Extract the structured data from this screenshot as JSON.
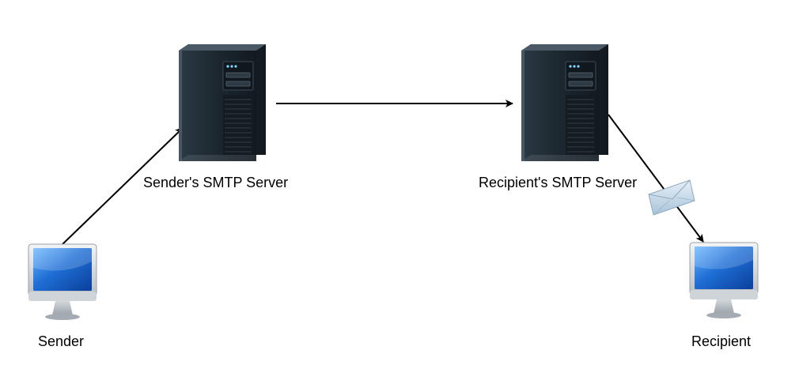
{
  "nodes": {
    "sender": {
      "label": "Sender",
      "icon": "desktop-computer-icon"
    },
    "sender_server": {
      "label": "Sender's SMTP Server",
      "icon": "server-tower-icon"
    },
    "recipient_server": {
      "label": "Recipient's SMTP Server",
      "icon": "server-tower-icon"
    },
    "recipient": {
      "label": "Recipient",
      "icon": "desktop-computer-icon"
    }
  },
  "edges": [
    {
      "from": "sender",
      "to": "sender_server"
    },
    {
      "from": "sender_server",
      "to": "recipient_server"
    },
    {
      "from": "recipient_server",
      "to": "recipient",
      "icon": "envelope-icon"
    }
  ],
  "colors": {
    "edge": "#000000",
    "screen": "#1f6fd6",
    "server_body": "#24303a",
    "monitor_frame": "#d9dde2",
    "envelope": "#c9dceb"
  }
}
